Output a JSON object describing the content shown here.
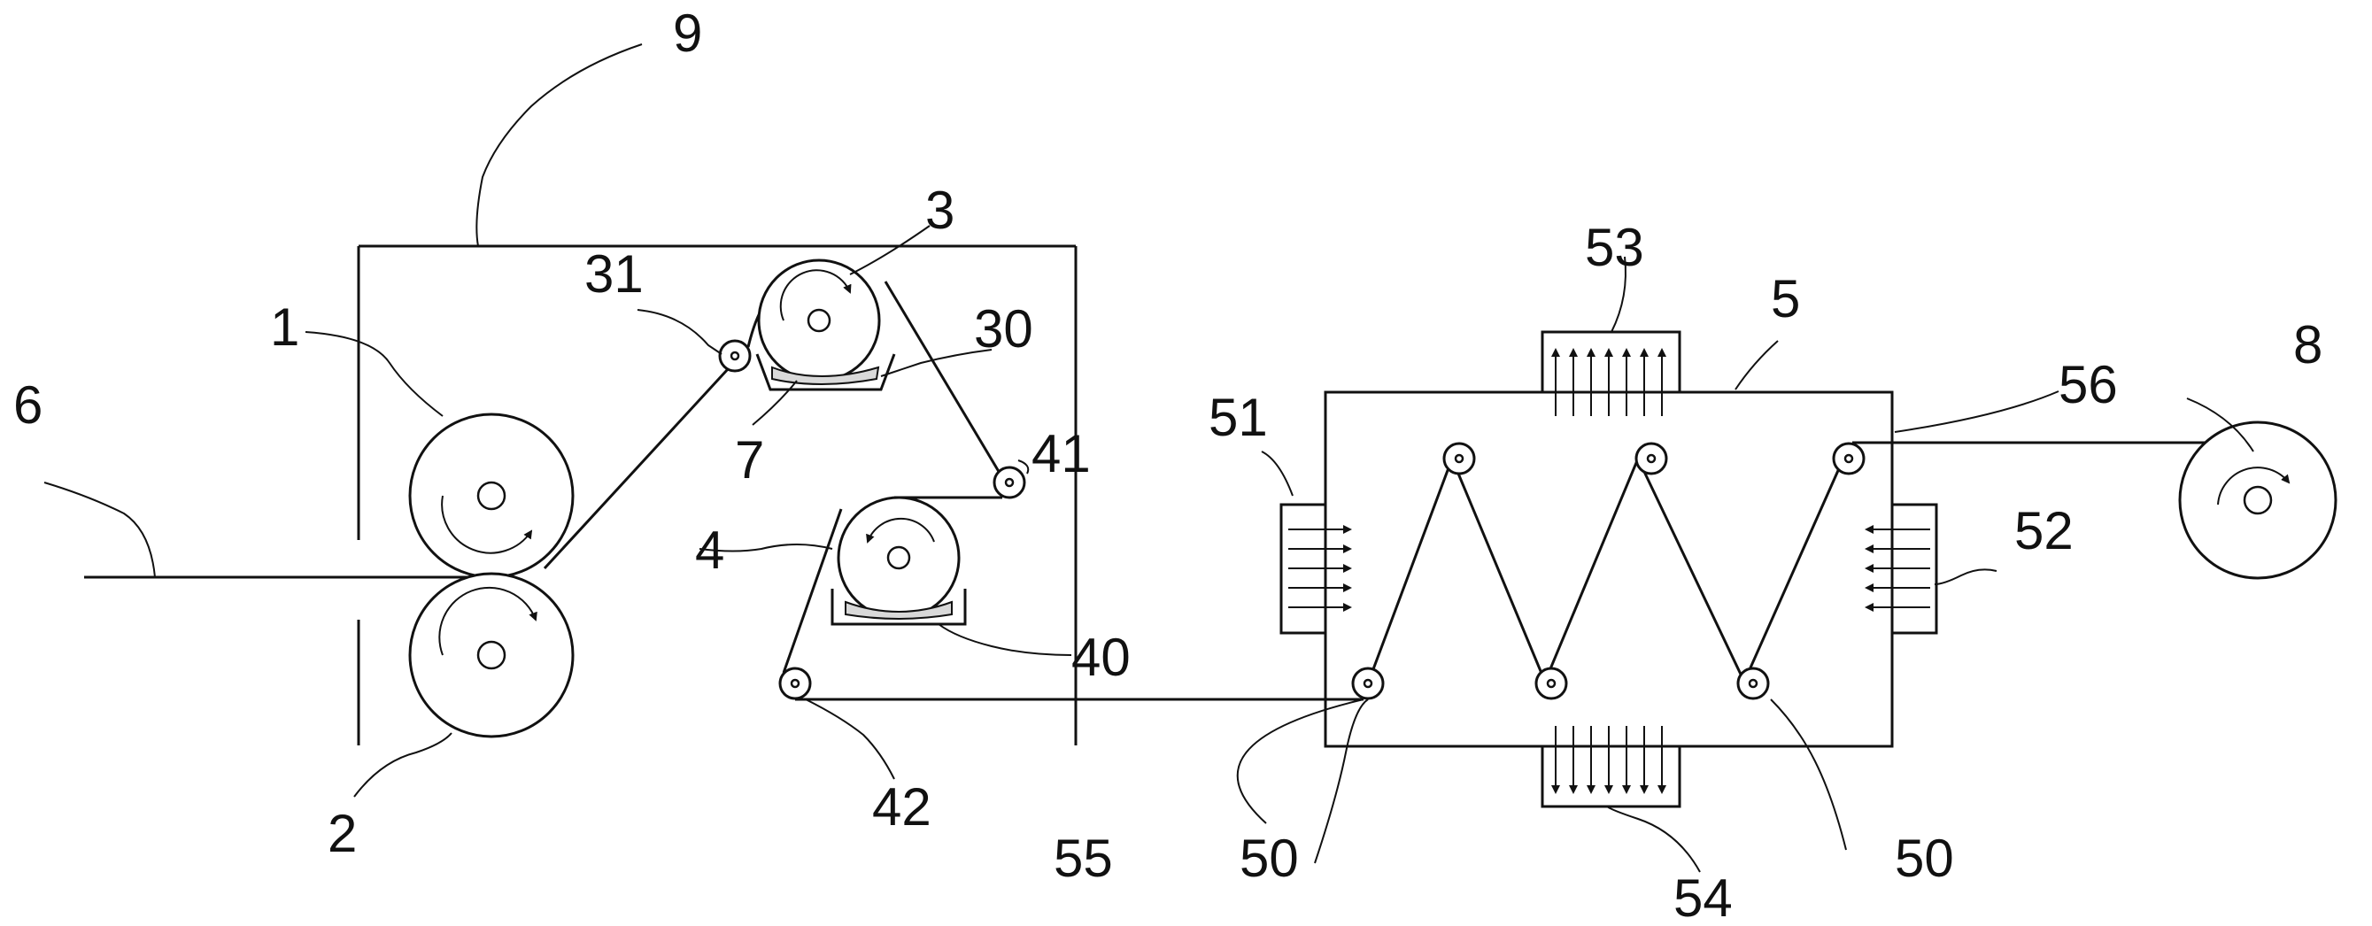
{
  "labels": {
    "l1": "1",
    "l2": "2",
    "l3": "3",
    "l4": "4",
    "l5": "5",
    "l6": "6",
    "l7": "7",
    "l8": "8",
    "l9": "9",
    "l30": "30",
    "l31": "31",
    "l40": "40",
    "l41": "41",
    "l42": "42",
    "l50a": "50",
    "l50b": "50",
    "l51": "51",
    "l52": "52",
    "l53": "53",
    "l54": "54",
    "l55": "55",
    "l56": "56"
  },
  "colors": {
    "line": "#111111",
    "background": "#ffffff",
    "powder": "#d9d9d9"
  }
}
